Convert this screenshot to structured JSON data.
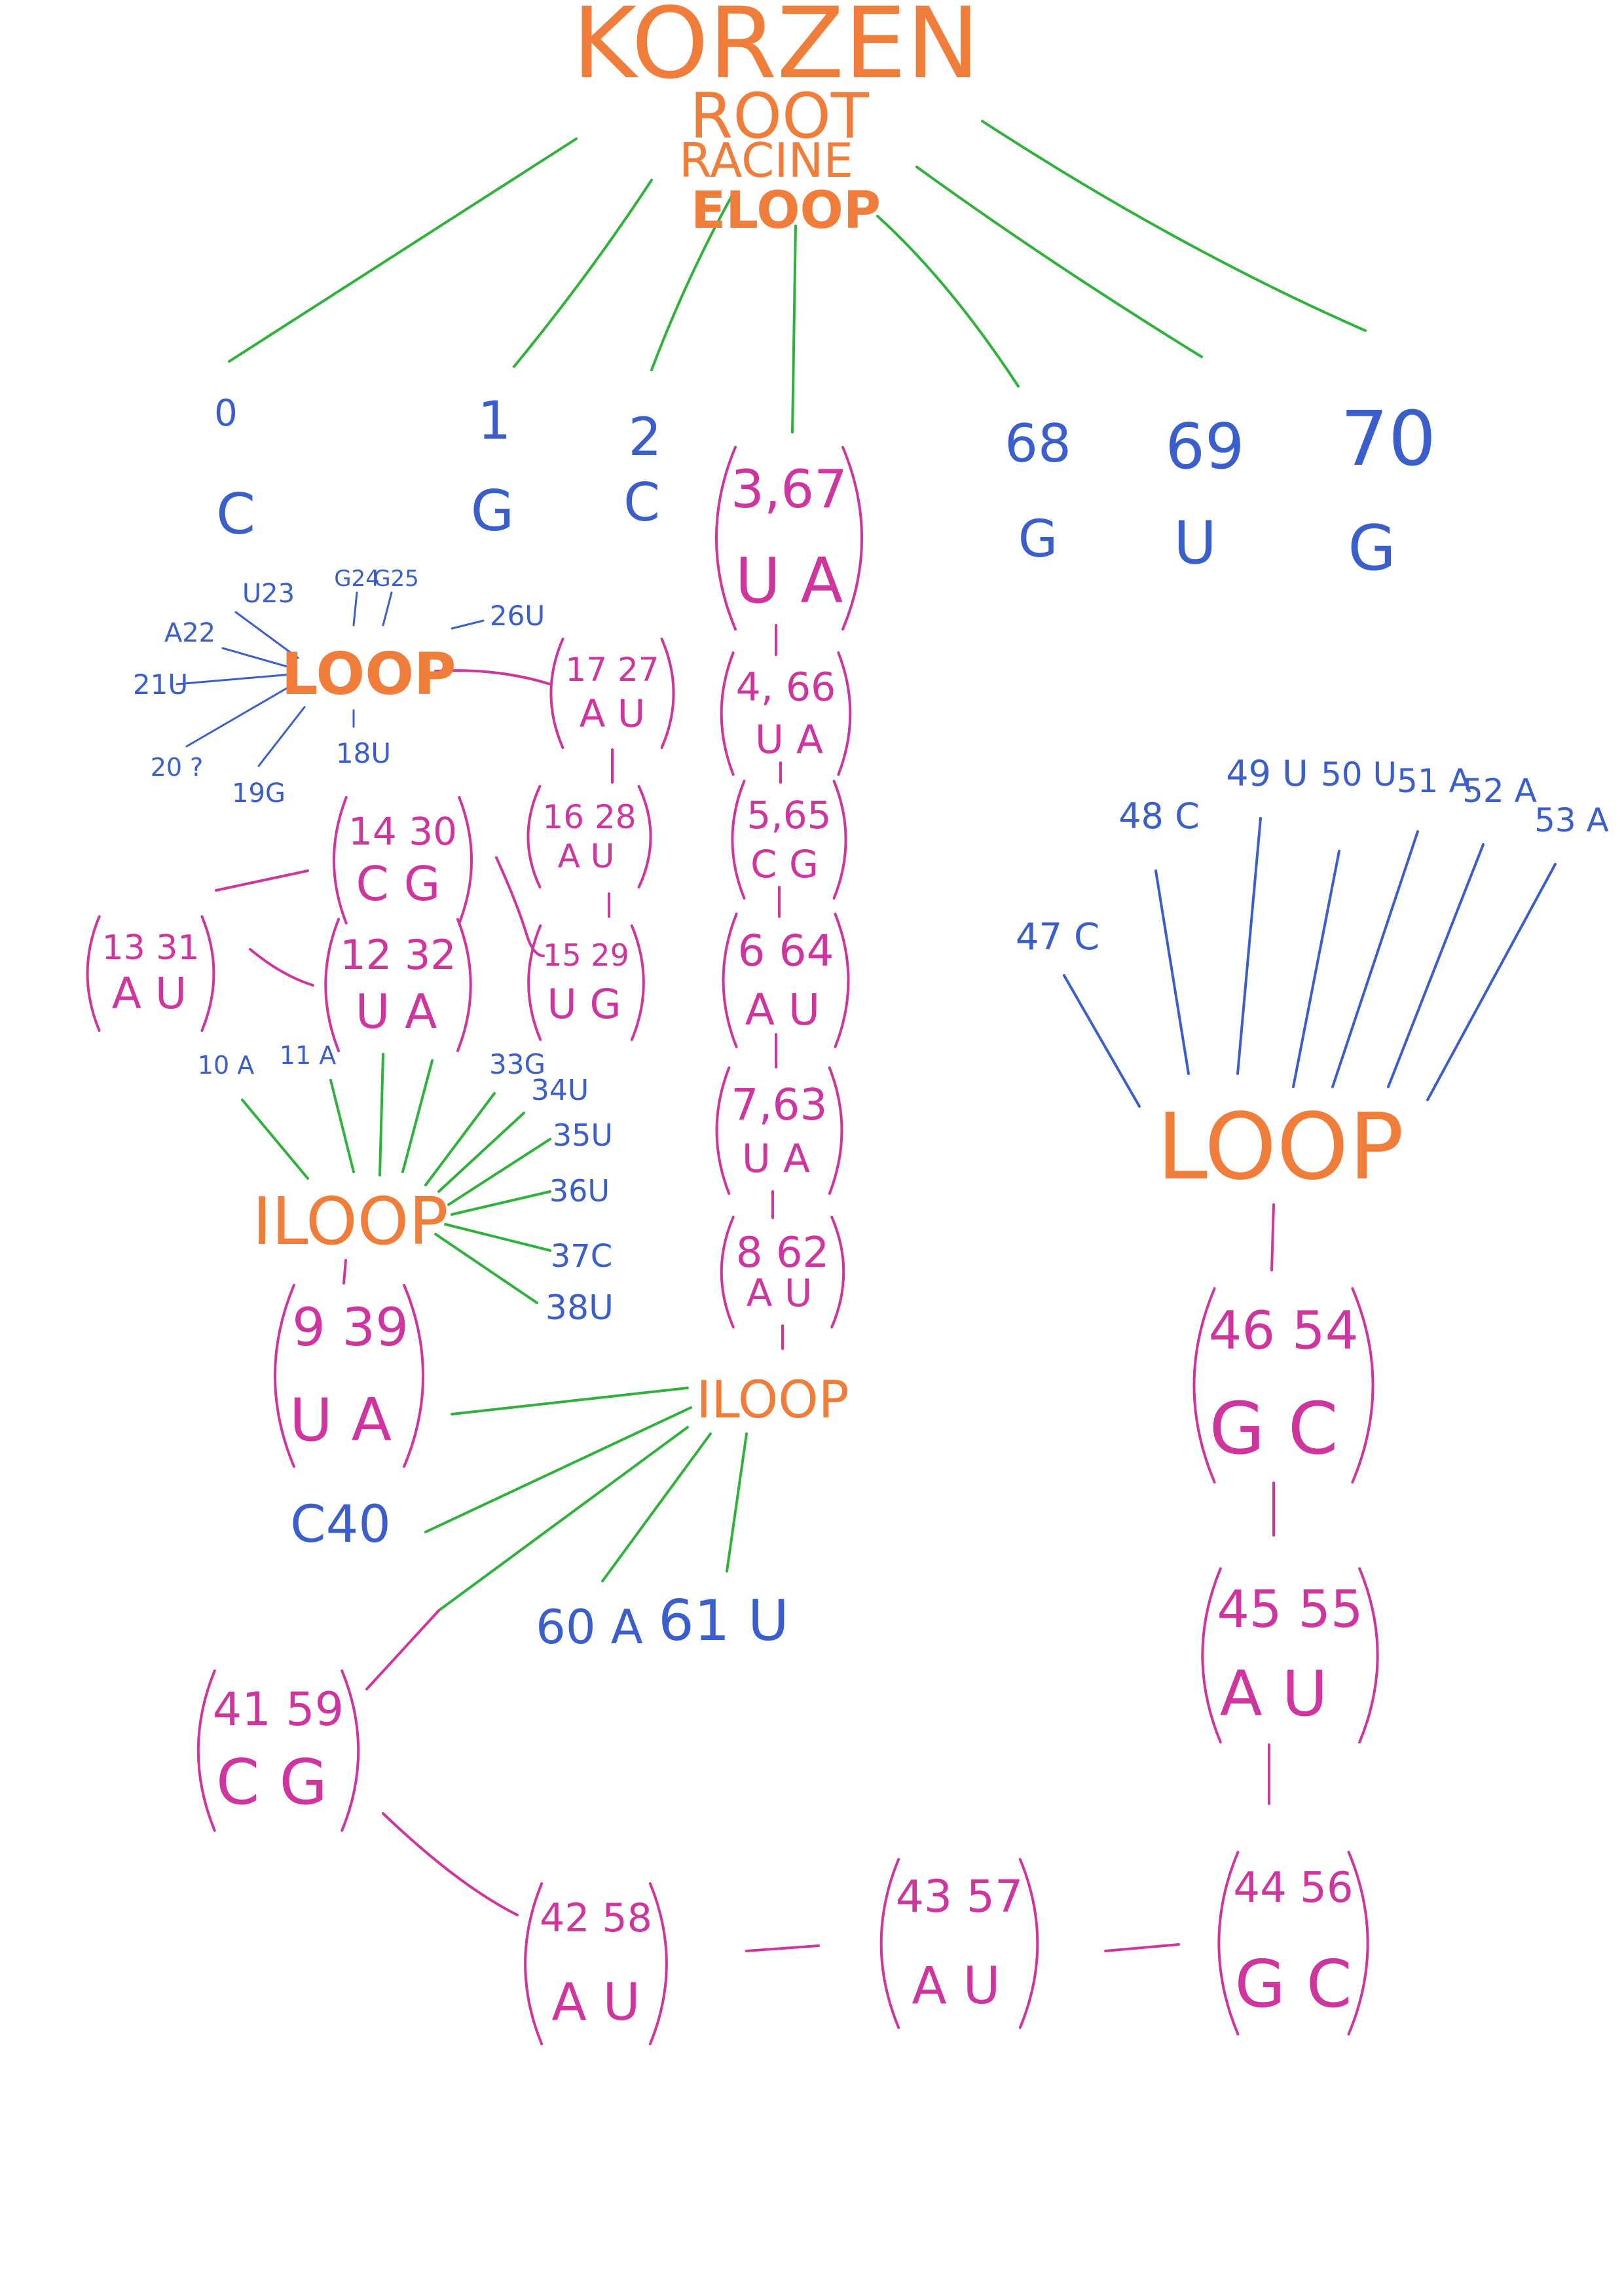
{
  "colors": {
    "background": "#ffffff",
    "title": "#f07d3a",
    "loop": "#f07d3a",
    "nucleotide": "#3a5fcd",
    "pair": "#d0349f",
    "edge_green": "#2eb23a",
    "edge_pink": "#d0349f"
  },
  "root": {
    "titles": [
      "KORZEN",
      "ROOT",
      "RACINE",
      "ELOOP"
    ]
  },
  "top_nucleotides": [
    {
      "pos": "0",
      "base": "C"
    },
    {
      "pos": "1",
      "base": "G"
    },
    {
      "pos": "2",
      "base": "C"
    },
    {
      "pos": "68",
      "base": "G"
    },
    {
      "pos": "69",
      "base": "U"
    },
    {
      "pos": "70",
      "base": "G"
    }
  ],
  "pairs": [
    {
      "id": "p3",
      "pos": "3,67",
      "bases": "U A"
    },
    {
      "id": "p4",
      "pos": "4, 66",
      "bases": "U A"
    },
    {
      "id": "p5",
      "pos": "5,65",
      "bases": "C G"
    },
    {
      "id": "p6",
      "pos": "6 64",
      "bases": "A U"
    },
    {
      "id": "p7",
      "pos": "7,63",
      "bases": "U A"
    },
    {
      "id": "p8",
      "pos": "8 62",
      "bases": "A U"
    },
    {
      "id": "p9",
      "pos": "9 39",
      "bases": "U A"
    },
    {
      "id": "p12",
      "pos": "12 32",
      "bases": "U A"
    },
    {
      "id": "p13",
      "pos": "13 31",
      "bases": "A U"
    },
    {
      "id": "p14",
      "pos": "14 30",
      "bases": "C G"
    },
    {
      "id": "p15",
      "pos": "15 29",
      "bases": "U G"
    },
    {
      "id": "p16",
      "pos": "16 28",
      "bases": "A U"
    },
    {
      "id": "p17",
      "pos": "17 27",
      "bases": "A U"
    },
    {
      "id": "p41",
      "pos": "41 59",
      "bases": "C G"
    },
    {
      "id": "p42",
      "pos": "42 58",
      "bases": "A U"
    },
    {
      "id": "p43",
      "pos": "43 57",
      "bases": "A U"
    },
    {
      "id": "p44",
      "pos": "44 56",
      "bases": "G C"
    },
    {
      "id": "p45",
      "pos": "45 55",
      "bases": "A U"
    },
    {
      "id": "p46",
      "pos": "46 54",
      "bases": "G C"
    }
  ],
  "loops": [
    {
      "id": "hairpin_small",
      "label": "LOOP"
    },
    {
      "id": "iloop_left",
      "label": "ILOOP"
    },
    {
      "id": "iloop_center",
      "label": "ILOOP"
    },
    {
      "id": "hairpin_right",
      "label": "LOOP"
    }
  ],
  "small_loop_nucleotides": [
    "U23",
    "G24",
    "G25",
    "26U",
    "A22",
    "21U",
    "20 ?",
    "19G",
    "18U"
  ],
  "iloop_left_nucleotides": [
    "10 A",
    "11 A",
    "33G",
    "34U",
    "35U",
    "36U",
    "37C",
    "38U"
  ],
  "iloop_center_nucleotides": [
    "C40",
    "60 A",
    "61 U"
  ],
  "right_loop_nucleotides": [
    "47 C",
    "48 C",
    "49 U",
    "50 U",
    "51 A",
    "52 A",
    "53 A"
  ]
}
